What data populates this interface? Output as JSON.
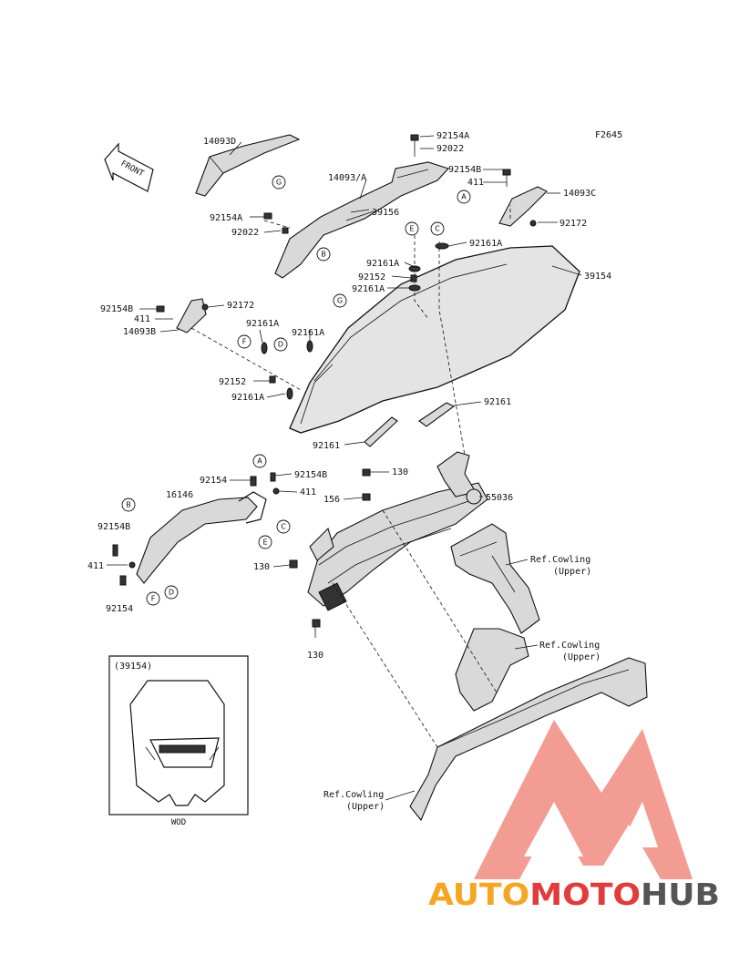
{
  "diagram": {
    "code": "F2645",
    "front_label": "FRONT",
    "parts": [
      {
        "id": "p-14093D",
        "label": "14093D"
      },
      {
        "id": "p-14093A",
        "label": "14093/A"
      },
      {
        "id": "p-92154A-top",
        "label": "92154A"
      },
      {
        "id": "p-92022-top",
        "label": "92022"
      },
      {
        "id": "p-92154B-top",
        "label": "92154B"
      },
      {
        "id": "p-411-top",
        "label": "411"
      },
      {
        "id": "p-14093C",
        "label": "14093C"
      },
      {
        "id": "p-39156",
        "label": "39156"
      },
      {
        "id": "p-92154A-left",
        "label": "92154A"
      },
      {
        "id": "p-92022-left",
        "label": "92022"
      },
      {
        "id": "p-92172-right",
        "label": "92172"
      },
      {
        "id": "p-92161A-1",
        "label": "92161A"
      },
      {
        "id": "p-92161A-2",
        "label": "92161A"
      },
      {
        "id": "p-92152-1",
        "label": "92152"
      },
      {
        "id": "p-92161A-3",
        "label": "92161A"
      },
      {
        "id": "p-39154",
        "label": "39154"
      },
      {
        "id": "p-92154B-left",
        "label": "92154B"
      },
      {
        "id": "p-92172-left",
        "label": "92172"
      },
      {
        "id": "p-411-left",
        "label": "411"
      },
      {
        "id": "p-14093B",
        "label": "14093B"
      },
      {
        "id": "p-92161A-4",
        "label": "92161A"
      },
      {
        "id": "p-92161A-5",
        "label": "92161A"
      },
      {
        "id": "p-92152-2",
        "label": "92152"
      },
      {
        "id": "p-92161A-6",
        "label": "92161A"
      },
      {
        "id": "p-92161-1",
        "label": "92161"
      },
      {
        "id": "p-92161-2",
        "label": "92161"
      },
      {
        "id": "p-130-1",
        "label": "130"
      },
      {
        "id": "p-156",
        "label": "156"
      },
      {
        "id": "p-55036",
        "label": "55036"
      },
      {
        "id": "p-92154-mid",
        "label": "92154"
      },
      {
        "id": "p-92154B-mid",
        "label": "92154B"
      },
      {
        "id": "p-411-mid",
        "label": "411"
      },
      {
        "id": "p-16146",
        "label": "16146"
      },
      {
        "id": "p-92154B-low",
        "label": "92154B"
      },
      {
        "id": "p-411-low",
        "label": "411"
      },
      {
        "id": "p-92154-low",
        "label": "92154"
      },
      {
        "id": "p-130-2",
        "label": "130"
      },
      {
        "id": "p-130-3",
        "label": "130"
      }
    ],
    "refs": [
      {
        "line1": "Ref.Cowling",
        "line2": "(Upper)"
      },
      {
        "line1": "Ref.Cowling",
        "line2": "(Upper)"
      },
      {
        "line1": "Ref.Cowling",
        "line2": "(Upper)"
      }
    ],
    "markers": [
      "G",
      "A",
      "C",
      "E",
      "B",
      "G",
      "F",
      "D",
      "A",
      "E",
      "C",
      "B",
      "F",
      "D"
    ],
    "inset": {
      "part": "(39154)",
      "caption": "WOD"
    }
  },
  "watermark": {
    "part1": "AUTO",
    "part2": "MOTO",
    "part3": "HUB",
    "colors": {
      "orange": "#f5a623",
      "red": "#e23b3b",
      "gray": "#555555",
      "pink": "#f08080"
    }
  }
}
